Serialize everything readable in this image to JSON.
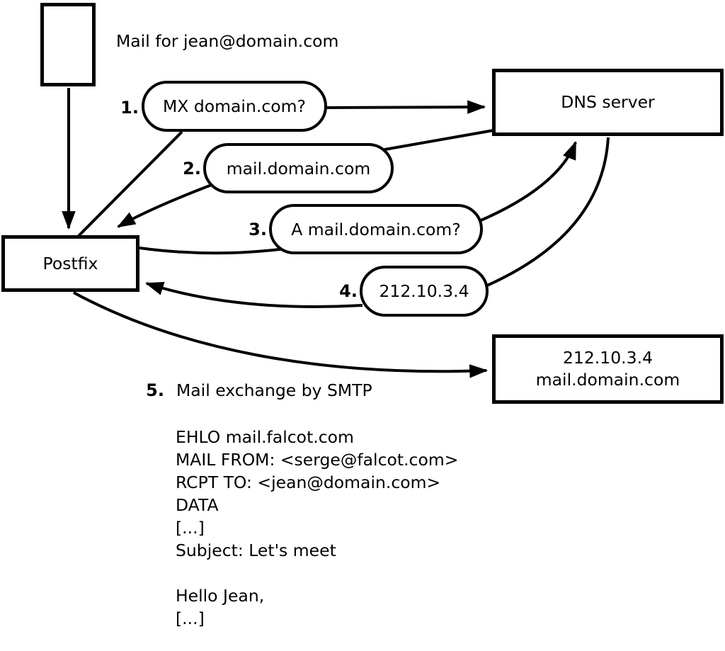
{
  "title": "Mail for jean@domain.com",
  "nodes": {
    "sender": "Postfix",
    "dns": "DNS server",
    "destination_ip": "212.10.3.4",
    "destination_host": "mail.domain.com"
  },
  "steps": [
    {
      "num": "1.",
      "label": "MX domain.com?"
    },
    {
      "num": "2.",
      "label": "mail.domain.com"
    },
    {
      "num": "3.",
      "label": "A mail.domain.com?"
    },
    {
      "num": "4.",
      "label": "212.10.3.4"
    },
    {
      "num": "5.",
      "label": "Mail exchange by SMTP"
    }
  ],
  "smtp_session": "EHLO mail.falcot.com\nMAIL FROM: <serge@falcot.com>\nRCPT TO: <jean@domain.com>\nDATA\n[...]\nSubject: Let's meet\n\nHello Jean,\n[...]\n\n.",
  "colors": {
    "stroke": "#000000",
    "background": "#ffffff"
  }
}
